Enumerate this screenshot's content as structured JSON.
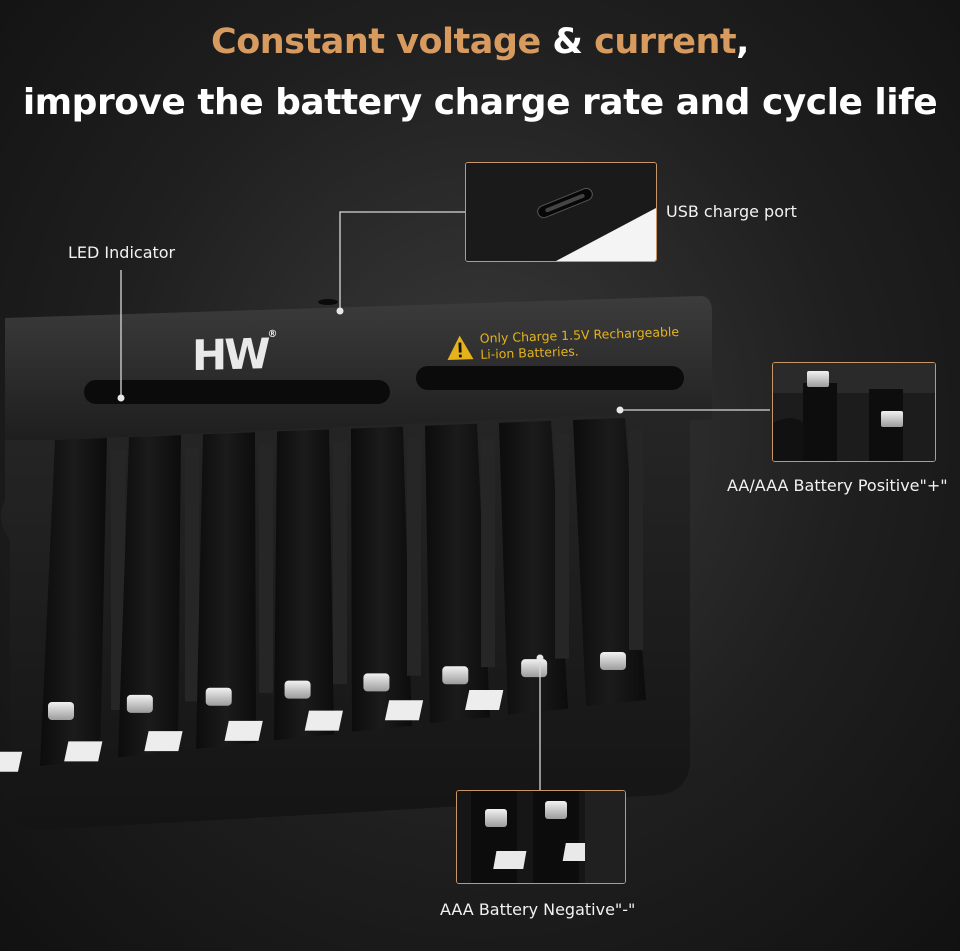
{
  "headline": {
    "line1_part1": "Constant voltage",
    "line1_amp": "&",
    "line1_part2": "current",
    "line1_comma": ",",
    "line2": "improve the battery charge rate and cycle life"
  },
  "callouts": {
    "led": "LED Indicator",
    "usb": "USB charge port",
    "positive": "AA/AAA Battery Positive\"+\"",
    "negative": "AAA Battery Negative\"-\""
  },
  "device": {
    "brand_logo": "HW",
    "warning_line1": "Only Charge 1.5V Rechargeable",
    "warning_line2": "Li-ion Batteries.",
    "slot_count": 8,
    "warning_icon": "warning-triangle-icon"
  },
  "colors": {
    "accent": "#d79a5f",
    "callout_border": "#c99668",
    "warning_yellow": "#e5b21c"
  }
}
